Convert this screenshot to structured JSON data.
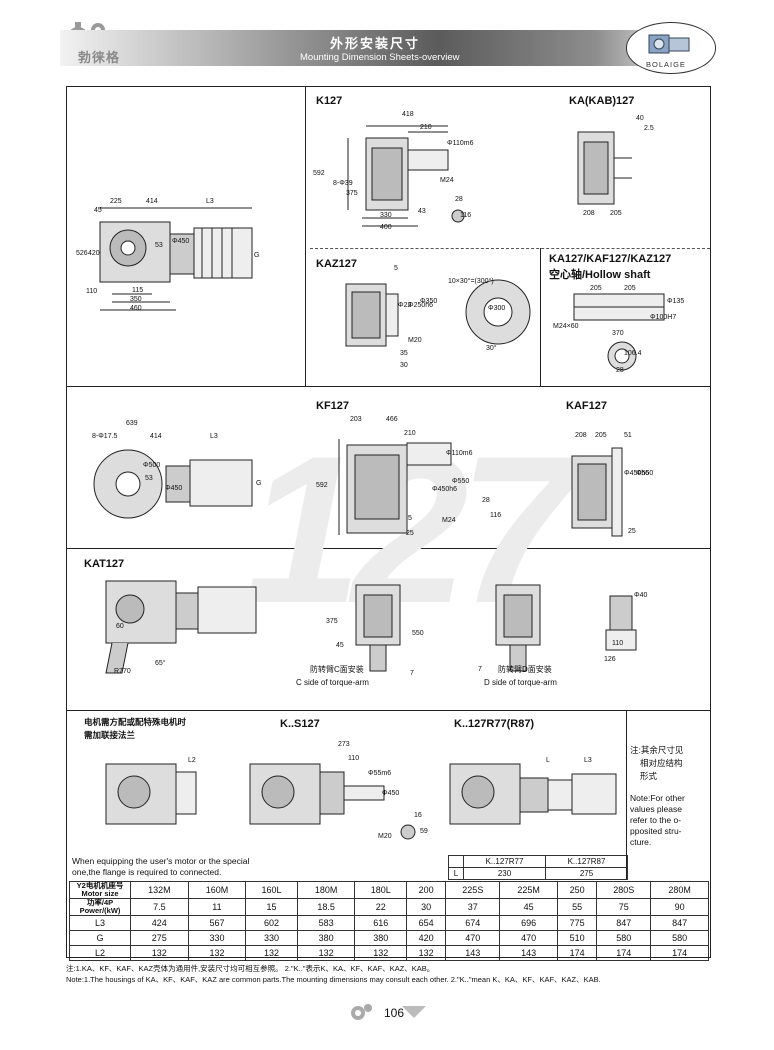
{
  "header": {
    "title_cn": "外形安装尺寸",
    "title_en": "Mounting Dimension Sheets-overview",
    "logo_cn": "勃徕格",
    "brand": "BOLAIGE"
  },
  "sections": {
    "k127": "K127",
    "ka127": "KA(KAB)127",
    "kaz127": "KAZ127",
    "hollow_title": "KA127/KAF127/KAZ127",
    "hollow_sub": "空心轴/Hollow shaft",
    "kf127": "KF127",
    "kaf127": "KAF127",
    "kat127": "KAT127",
    "ks127": "K..S127",
    "kr77": "K..127R77(R87)",
    "big_number": "127"
  },
  "dims": {
    "k127_top": [
      "418",
      "210",
      "Φ110m6",
      "592",
      "8-Φ39",
      "375",
      "M24",
      "28",
      "116",
      "330",
      "400",
      "43"
    ],
    "ka127": [
      "40",
      "2.5",
      "208",
      "205"
    ],
    "left1": [
      "225",
      "414",
      "L3",
      "45",
      "526",
      "420",
      "Φ450",
      "53",
      "G",
      "110",
      "115",
      "350",
      "460"
    ],
    "kaz127": [
      "5",
      "Φ22",
      "Φ250h6",
      "Φ350",
      "M20",
      "35",
      "30"
    ],
    "flange": [
      "10×30°=(300°)",
      "Φ300",
      "30°"
    ],
    "hollow": [
      "205",
      "205",
      "Φ135",
      "Φ100H7",
      "M24×60",
      "370",
      "106.4",
      "28"
    ],
    "left2": [
      "639",
      "8-Φ17.5",
      "414",
      "L3",
      "Φ500",
      "53",
      "Φ450",
      "G"
    ],
    "kf127": [
      "203",
      "466",
      "210",
      "Φ110m6",
      "592",
      "Φ450h6",
      "Φ550",
      "5",
      "28",
      "116",
      "M24",
      "25"
    ],
    "kaf127": [
      "208",
      "205",
      "51",
      "Φ450h6",
      "Φ550",
      "25"
    ],
    "kat127": [
      "60",
      "65°",
      "R770"
    ],
    "torque": [
      "375",
      "45",
      "550",
      "7",
      "7",
      "Φ40",
      "110",
      "126"
    ],
    "ks127": [
      "273",
      "110",
      "Φ55m6",
      "Φ450",
      "16",
      "M20",
      "59"
    ],
    "kr": [
      "L",
      "L3",
      "L2"
    ]
  },
  "torque_labels": {
    "c_cn": "防转臂C面安装",
    "c_en": "C side of torque-arm",
    "d_cn": "防转臂D面安装",
    "d_en": "D side of torque-arm"
  },
  "notes": {
    "motor_cn_1": "电机需方配或配特殊电机时",
    "motor_cn_2": "需加联接法兰",
    "motor_en_1": "When equipping the user's motor or the special",
    "motor_en_2": "one,the flange is required to connected.",
    "right_cn_1": "注:其余尺寸见",
    "right_cn_2": "相对应结构",
    "right_cn_3": "形式",
    "right_en_1": "Note:For other",
    "right_en_2": "values please",
    "right_en_3": "refer to the o-",
    "right_en_4": "pposited stru-",
    "right_en_5": "cture."
  },
  "r_table": {
    "col1": "K..127R77",
    "col2": "K..127R87",
    "row_label": "L",
    "v1": "230",
    "v2": "275"
  },
  "table": {
    "header_row1": "Y2电机机座号 Motor size",
    "header_row2": "功率/4P Power/(kW)",
    "motor_sizes": [
      "132M",
      "160M",
      "160L",
      "180M",
      "180L",
      "200",
      "225S",
      "225M",
      "250",
      "280S",
      "280M"
    ],
    "power": [
      "7.5",
      "11",
      "15",
      "18.5",
      "22",
      "30",
      "37",
      "45",
      "55",
      "75",
      "90"
    ],
    "rows": [
      {
        "label": "L3",
        "values": [
          "424",
          "567",
          "602",
          "583",
          "616",
          "654",
          "674",
          "696",
          "775",
          "847",
          "847"
        ]
      },
      {
        "label": "G",
        "values": [
          "275",
          "330",
          "330",
          "380",
          "380",
          "420",
          "470",
          "470",
          "510",
          "580",
          "580"
        ]
      },
      {
        "label": "L2",
        "values": [
          "132",
          "132",
          "132",
          "132",
          "132",
          "132",
          "143",
          "143",
          "174",
          "174",
          "174"
        ]
      }
    ]
  },
  "footnote": {
    "cn": "注:1.KA、KF、KAF、KAZ壳体为通用件,安装尺寸均可相互参照。 2.\"K..\"表示K、KA、KF、KAF、KAZ、KAB。",
    "en": "Note:1.The housings of KA、KF、KAF、KAZ are common parts.The mounting dimensions may consult each other. 2.\"K..\"mean K、KA、KF、KAF、KAZ、KAB."
  },
  "page_number": "106"
}
